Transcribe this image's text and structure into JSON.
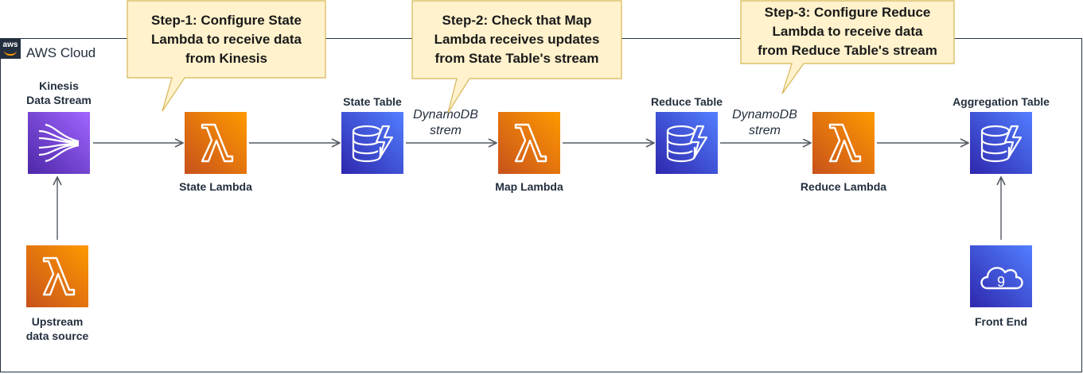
{
  "cloud": {
    "label": "AWS Cloud",
    "logo": "aws"
  },
  "nodes": {
    "kinesis": {
      "label": [
        "Kinesis",
        "Data Stream"
      ],
      "icon": "kinesis-data-streams-icon",
      "color": "#7b3fe4"
    },
    "state_lambda": {
      "label": "State Lambda",
      "icon": "lambda-icon",
      "color": "#e8700f"
    },
    "state_table": {
      "label": "State Table",
      "icon": "dynamodb-icon",
      "color": "#3b48cc"
    },
    "map_lambda": {
      "label": "Map Lambda",
      "icon": "lambda-icon",
      "color": "#e8700f"
    },
    "reduce_table": {
      "label": "Reduce Table",
      "icon": "dynamodb-icon",
      "color": "#3b48cc"
    },
    "reduce_lambda": {
      "label": "Reduce Lambda",
      "icon": "lambda-icon",
      "color": "#e8700f"
    },
    "aggregation_table": {
      "label": "Aggregation Table",
      "icon": "dynamodb-icon",
      "color": "#3b48cc"
    },
    "upstream": {
      "label": [
        "Upstream",
        "data source"
      ],
      "icon": "lambda-icon",
      "color": "#e8700f"
    },
    "front_end": {
      "label": "Front End",
      "icon": "cloud9-icon",
      "color": "#3b48cc"
    }
  },
  "edges": {
    "stream1": [
      "DynamoDB",
      "strem"
    ],
    "stream2": [
      "DynamoDB",
      "strem"
    ]
  },
  "callouts": {
    "step1": [
      "Step-1: Configure State",
      "Lambda to receive data",
      "from Kinesis"
    ],
    "step2": [
      "Step-2: Check that Map",
      "Lambda receives updates",
      "from State Table's stream"
    ],
    "step3": [
      "Step-3: Configure Reduce",
      "Lambda to receive data",
      "from Reduce Table's stream"
    ]
  },
  "colors": {
    "callout_fill": "#fff2cc",
    "callout_border": "#d6b656",
    "wire": "#545b64"
  }
}
